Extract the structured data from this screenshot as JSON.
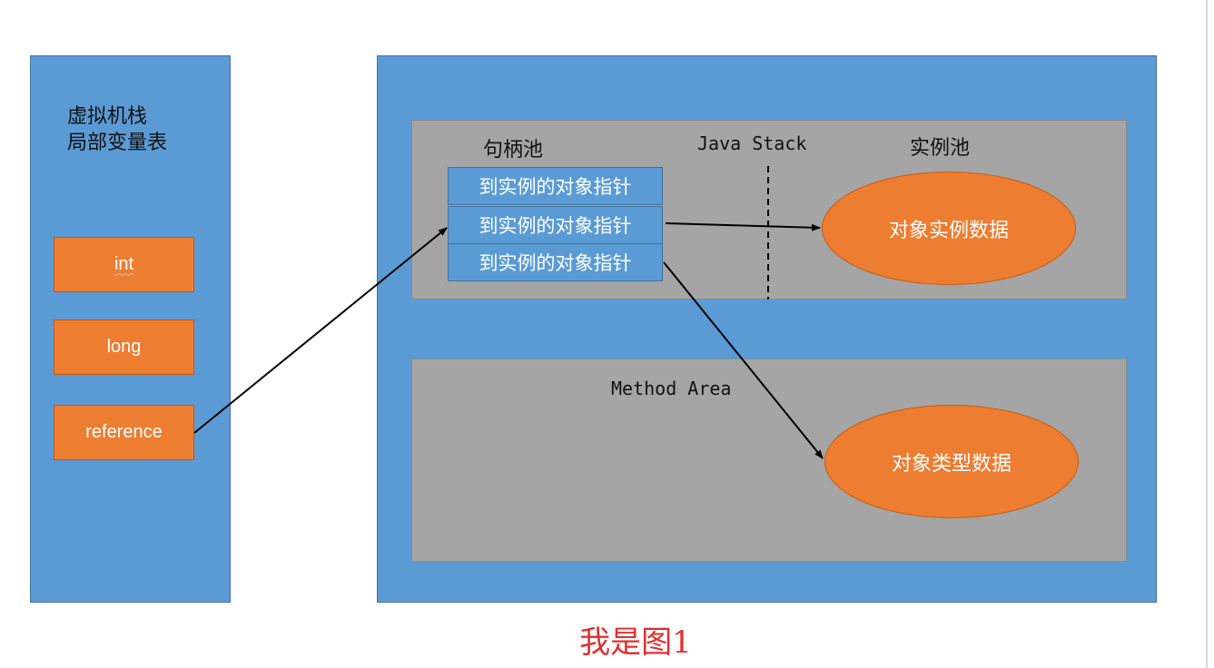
{
  "left_panel": {
    "title_line1": "虚拟机栈",
    "title_line2": "局部变量表",
    "vars": [
      "int",
      "long",
      "reference"
    ]
  },
  "heap": {
    "handle_pool_label": "句柄池",
    "instance_pool_label": "实例池",
    "java_stack_label": "Java Stack",
    "handles": [
      "到实例的对象指针",
      "到实例的对象指针",
      "到实例的对象指针"
    ],
    "instance_data": "对象实例数据"
  },
  "method_area": {
    "label": "Method Area",
    "type_data": "对象类型数据"
  },
  "caption": "我是图1",
  "colors": {
    "panel_blue": "#5b9bd5",
    "box_orange": "#ed7d31",
    "area_gray": "#a5a5a5",
    "caption_red": "#e02f2f"
  }
}
